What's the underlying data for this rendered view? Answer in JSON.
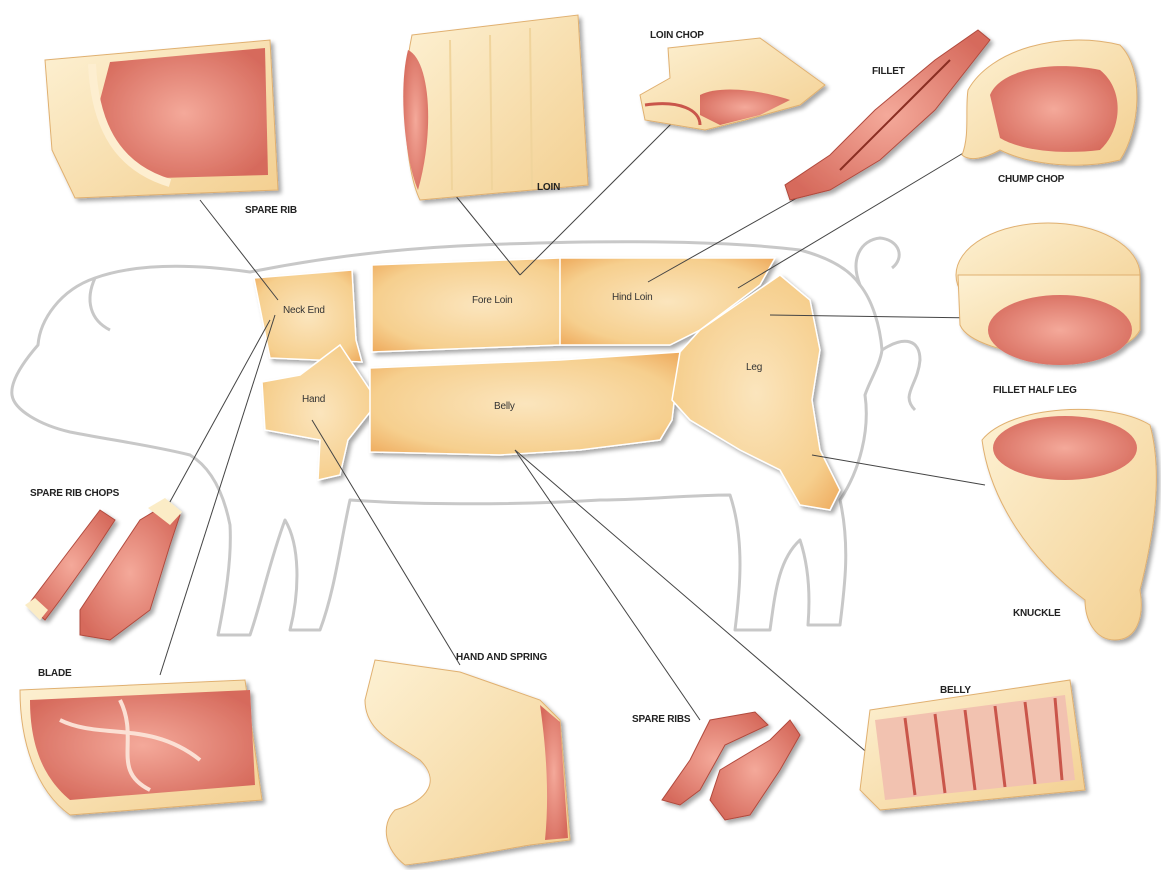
{
  "regions": {
    "neck_end": "Neck End",
    "fore_loin": "Fore Loin",
    "hind_loin": "Hind Loin",
    "hand": "Hand",
    "belly": "Belly",
    "leg": "Leg"
  },
  "cuts": {
    "spare_rib": "SPARE RIB",
    "loin": "LOIN",
    "loin_chop": "LOIN CHOP",
    "fillet": "FILLET",
    "chump_chop": "CHUMP CHOP",
    "fillet_half_leg": "FILLET HALF LEG",
    "knuckle": "KNUCKLE",
    "spare_rib_chops": "SPARE RIB CHOPS",
    "blade": "BLADE",
    "hand_and_spring": "HAND AND SPRING",
    "spare_ribs": "SPARE RIBS",
    "belly": "BELLY"
  },
  "colors": {
    "fat": "#f7dca8",
    "fat_light": "#fbecc6",
    "meat": "#e98a7a",
    "meat_dark": "#c9574b",
    "region_fill": "#f6cf8e",
    "outline": "#c8c8c8"
  }
}
